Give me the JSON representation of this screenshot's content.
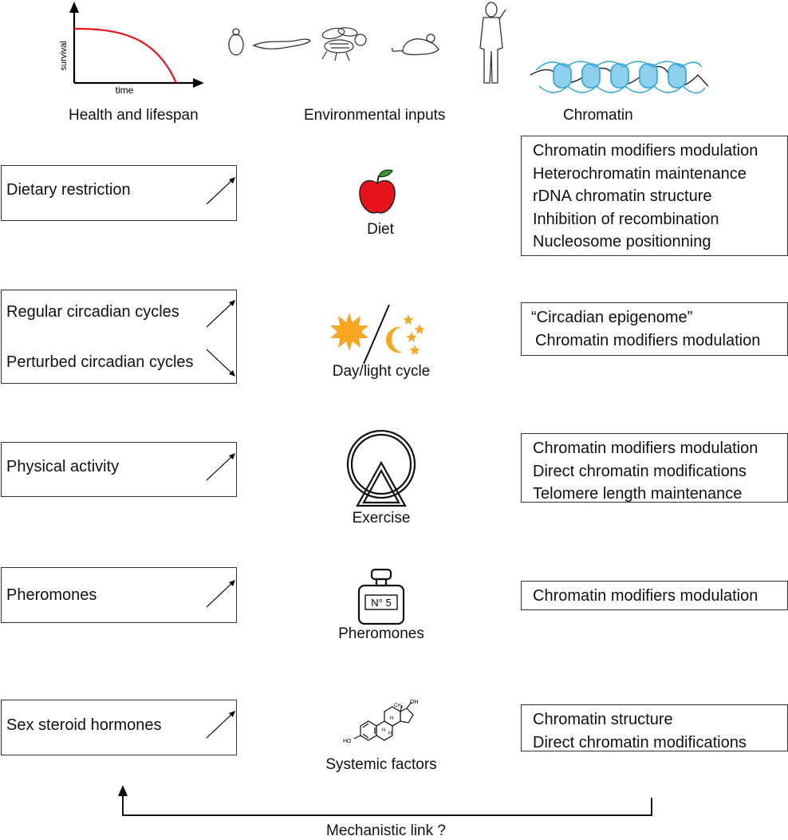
{
  "headers": {
    "health": "Health and lifespan",
    "environment": "Environmental inputs",
    "chromatin": "Chromatin"
  },
  "survival_plot": {
    "ylabel": "survival",
    "xlabel": "time",
    "curve_color": "#e8141b"
  },
  "rows": [
    {
      "effects": [
        {
          "label": "Dietary restriction",
          "arrow": "up"
        }
      ],
      "input": "Diet",
      "icon": "apple-icon",
      "mechanisms": [
        "Chromatin modifiers modulation",
        "Heterochromatin maintenance",
        "rDNA chromatin structure",
        "Inhibition of recombination",
        "Nucleosome positionning"
      ]
    },
    {
      "effects": [
        {
          "label": "Regular circadian cycles",
          "arrow": "up"
        },
        {
          "label": "Perturbed circadian cycles",
          "arrow": "down"
        }
      ],
      "input": "Day/light cycle",
      "icon": "sun-moon-icon",
      "mechanisms": [
        "“Circadian epigenome”",
        "Chromatin modifiers modulation"
      ]
    },
    {
      "effects": [
        {
          "label": "Physical activity",
          "arrow": "up"
        }
      ],
      "input": "Exercise",
      "icon": "exercise-wheel-icon",
      "mechanisms": [
        "Chromatin modifiers modulation",
        "Direct chromatin modifications",
        "Telomere length maintenance"
      ]
    },
    {
      "effects": [
        {
          "label": "Pheromones",
          "arrow": "up"
        }
      ],
      "input": "Pheromones",
      "icon": "perfume-bottle-icon",
      "bottle_label": "N° 5",
      "mechanisms": [
        "Chromatin modifiers modulation"
      ]
    },
    {
      "effects": [
        {
          "label": "Sex steroid hormones",
          "arrow": "up"
        }
      ],
      "input": "Systemic factors",
      "icon": "steroid-molecule-icon",
      "mechanisms": [
        "Chromatin structure",
        "Direct chromatin modifications"
      ]
    }
  ],
  "molecule_labels": {
    "ch3": "CH",
    "ch3_sub": "3",
    "oh_top": "OH",
    "oh_left": "HO",
    "h1": "H",
    "h2": "H",
    "h3": "H"
  },
  "footer": {
    "label": "Mechanistic link ?"
  },
  "colors": {
    "apple": "#e8141b",
    "sun": "#f6a623",
    "dna": "#2aa6dc",
    "nucleosome": "#8fd0ee"
  }
}
